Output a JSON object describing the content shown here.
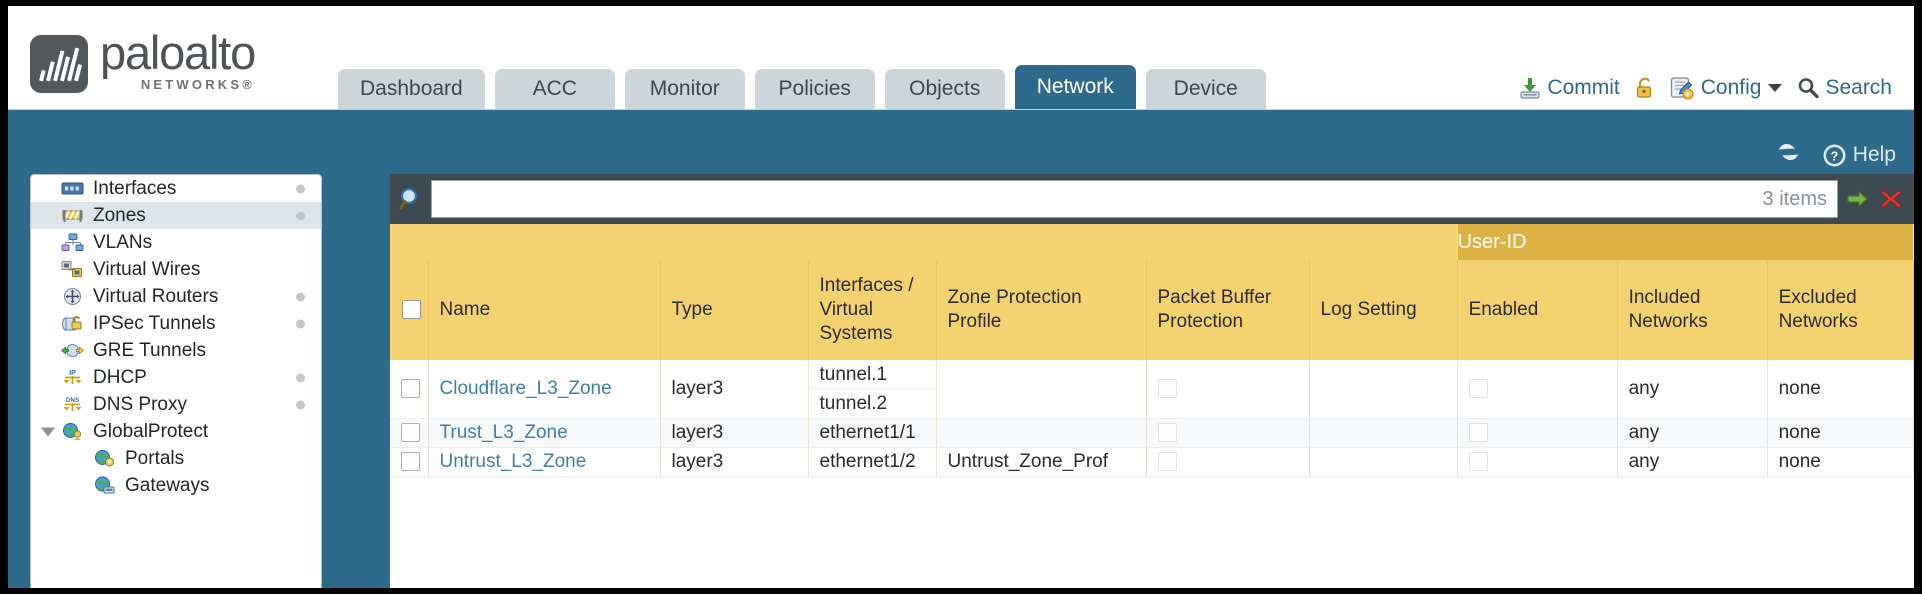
{
  "brand": {
    "name": "paloalto",
    "sub": "NETWORKS®",
    "logo_icon": "paloalto-logo-icon"
  },
  "tabs": [
    {
      "label": "Dashboard",
      "active": false
    },
    {
      "label": "ACC",
      "active": false
    },
    {
      "label": "Monitor",
      "active": false
    },
    {
      "label": "Policies",
      "active": false
    },
    {
      "label": "Objects",
      "active": false
    },
    {
      "label": "Network",
      "active": true
    },
    {
      "label": "Device",
      "active": false
    }
  ],
  "top_actions": {
    "commit": "Commit",
    "lock": "",
    "config": "Config",
    "search": "Search"
  },
  "blue_bar": {
    "refresh": "",
    "help": "Help"
  },
  "sidebar": {
    "items": [
      {
        "label": "Interfaces",
        "icon": "interfaces-icon",
        "dot": true,
        "child": false,
        "selected": false,
        "twisty": false
      },
      {
        "label": "Zones",
        "icon": "zones-icon",
        "dot": true,
        "child": false,
        "selected": true,
        "twisty": false
      },
      {
        "label": "VLANs",
        "icon": "vlans-icon",
        "dot": false,
        "child": false,
        "selected": false,
        "twisty": false
      },
      {
        "label": "Virtual Wires",
        "icon": "virtual-wires-icon",
        "dot": false,
        "child": false,
        "selected": false,
        "twisty": false
      },
      {
        "label": "Virtual Routers",
        "icon": "virtual-routers-icon",
        "dot": true,
        "child": false,
        "selected": false,
        "twisty": false
      },
      {
        "label": "IPSec Tunnels",
        "icon": "ipsec-tunnels-icon",
        "dot": true,
        "child": false,
        "selected": false,
        "twisty": false
      },
      {
        "label": "GRE Tunnels",
        "icon": "gre-tunnels-icon",
        "dot": false,
        "child": false,
        "selected": false,
        "twisty": false
      },
      {
        "label": "DHCP",
        "icon": "dhcp-icon",
        "dot": true,
        "child": false,
        "selected": false,
        "twisty": false
      },
      {
        "label": "DNS Proxy",
        "icon": "dns-proxy-icon",
        "dot": true,
        "child": false,
        "selected": false,
        "twisty": false
      },
      {
        "label": "GlobalProtect",
        "icon": "globalprotect-icon",
        "dot": false,
        "child": false,
        "selected": false,
        "twisty": true
      },
      {
        "label": "Portals",
        "icon": "portals-icon",
        "dot": false,
        "child": true,
        "selected": false,
        "twisty": false
      },
      {
        "label": "Gateways",
        "icon": "gateways-icon",
        "dot": false,
        "child": true,
        "selected": false,
        "twisty": false
      }
    ]
  },
  "search": {
    "placeholder": "",
    "value": "",
    "items_count": "3 items",
    "magnifier_icon": "search-icon",
    "apply_icon": "apply-filter-icon",
    "clear_icon": "clear-filter-icon"
  },
  "table": {
    "group_header": "User-ID",
    "columns": [
      "Name",
      "Type",
      "Interfaces / Virtual Systems",
      "Zone Protection Profile",
      "Packet Buffer Protection",
      "Log Setting",
      "Enabled",
      "Included Networks",
      "Excluded Networks"
    ],
    "rows": [
      {
        "name": "Cloudflare_L3_Zone",
        "type": "layer3",
        "interfaces": [
          "tunnel.1",
          "tunnel.2"
        ],
        "zone_protection_profile": "",
        "packet_buffer_protection": false,
        "log_setting": "",
        "userid_enabled": false,
        "included_networks": "any",
        "excluded_networks": "none"
      },
      {
        "name": "Trust_L3_Zone",
        "type": "layer3",
        "interfaces": [
          "ethernet1/1"
        ],
        "zone_protection_profile": "",
        "packet_buffer_protection": false,
        "log_setting": "",
        "userid_enabled": false,
        "included_networks": "any",
        "excluded_networks": "none"
      },
      {
        "name": "Untrust_L3_Zone",
        "type": "layer3",
        "interfaces": [
          "ethernet1/2"
        ],
        "zone_protection_profile": "Untrust_Zone_Prof",
        "packet_buffer_protection": false,
        "log_setting": "",
        "userid_enabled": false,
        "included_networks": "any",
        "excluded_networks": "none"
      }
    ]
  },
  "colors": {
    "brand_blue": "#2e6a8c",
    "header_yellow": "#f5d270",
    "group_gold": "#deb244",
    "link_blue": "#3f7fa6",
    "pane_dark": "#3d4a52"
  }
}
